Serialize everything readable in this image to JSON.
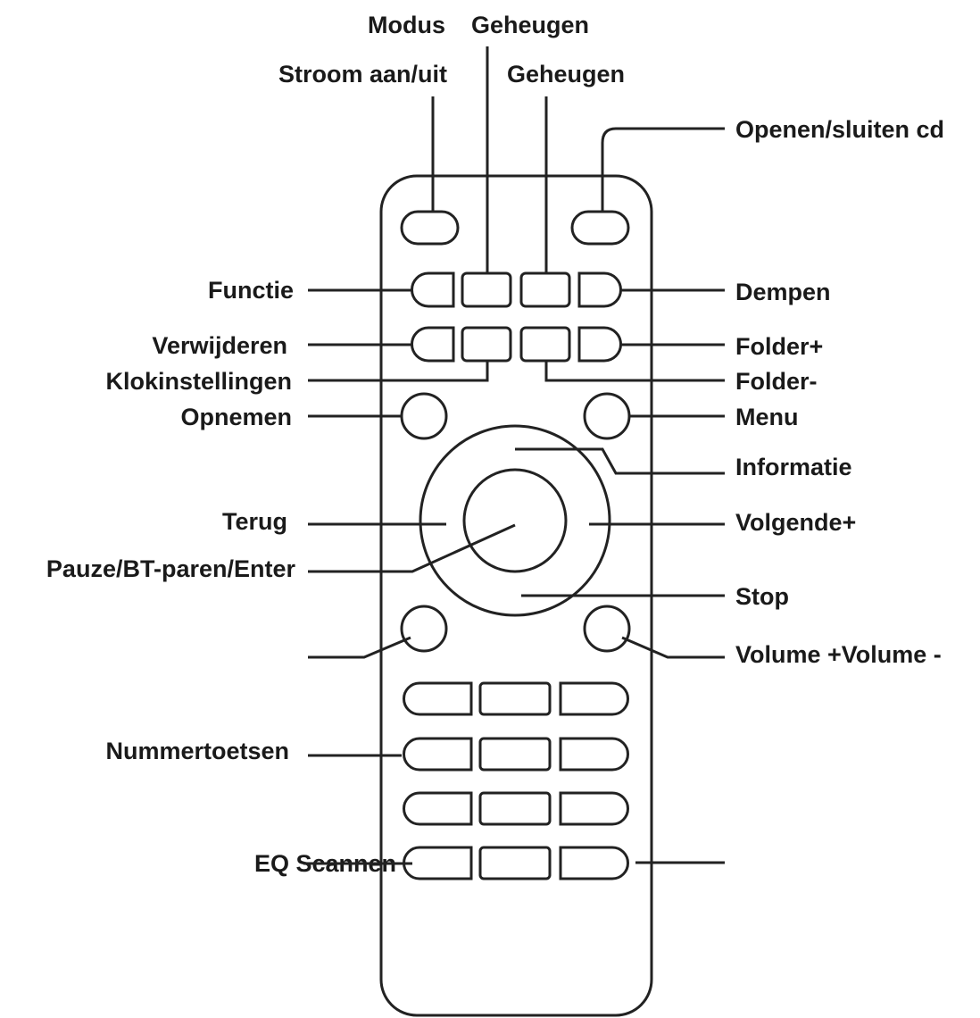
{
  "labels": {
    "mode": "Modus",
    "memory_top": "Geheugen",
    "power": "Stroom aan/uit",
    "memory": "Geheugen",
    "open_close_cd": "Openen/sluiten cd",
    "function": "Functie",
    "mute": "Dempen",
    "delete": "Verwijderen",
    "folder_plus": "Folder+",
    "clock_settings": "Klokinstellingen",
    "folder_minus": "Folder-",
    "record": "Opnemen",
    "menu": "Menu",
    "info": "Informatie",
    "back": "Terug",
    "next": "Volgende+",
    "pause_bt_enter": "Pauze/BT-paren/Enter",
    "stop": "Stop",
    "volume": "Volume +Volume -",
    "number_keys": "Nummertoetsen",
    "eq_scan": "EQ Scannen"
  }
}
